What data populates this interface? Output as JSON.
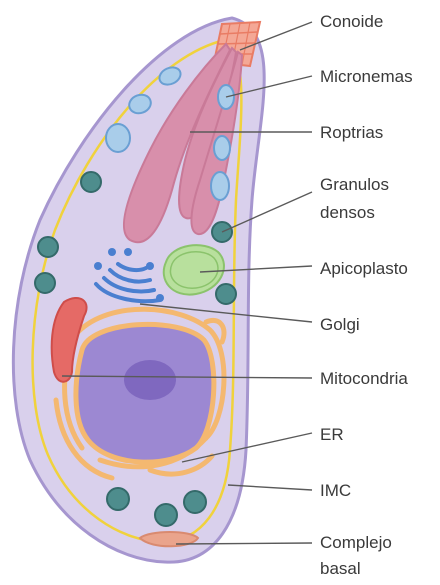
{
  "labels": {
    "conoid": "Conoide",
    "micronemes": "Micronemas",
    "rhoptries": "Roptrias",
    "dense_granules_1": "Granulos",
    "dense_granules_2": "densos",
    "apicoplast": "Apicoplasto",
    "golgi": "Golgi",
    "mitochondria": "Mitocondria",
    "er": "ER",
    "imc": "IMC",
    "basal_complex_1": "Complejo",
    "basal_complex_2": "basal"
  },
  "colors": {
    "cell_fill": "#d9d0ec",
    "cell_stroke": "#a696cf",
    "imc": "#f0d23c",
    "rhoptry": "#c97a98",
    "microneme": "#a9cdea",
    "dense_granule": "#4e8d8d",
    "apicoplast": "#9fcf82",
    "golgi": "#4a7fd0",
    "mitochondrion": "#e56a66",
    "er": "#f4b870",
    "nucleus": "#9c88d2",
    "nucleolus": "#7f68bf",
    "conoid": "#e97c64",
    "basal_complex": "#eaa48c",
    "leader_line": "#5a5a5a"
  }
}
